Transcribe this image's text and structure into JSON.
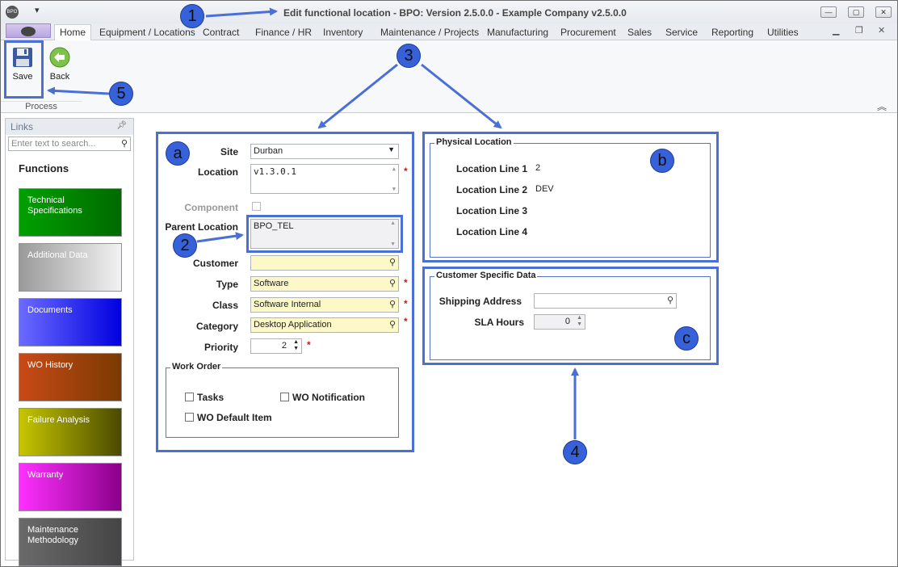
{
  "window": {
    "title": "Edit functional location - BPO: Version 2.5.0.0 - Example Company v2.5.0.0",
    "app_logo": "BPO"
  },
  "menu": {
    "tabs": [
      "Home",
      "Equipment / Locations",
      "Contract",
      "Finance / HR",
      "Inventory",
      "Maintenance / Projects",
      "Manufacturing",
      "Procurement",
      "Sales",
      "Service",
      "Reporting",
      "Utilities"
    ],
    "active_tab": "Home"
  },
  "ribbon": {
    "save_label": "Save",
    "back_label": "Back",
    "group_label": "Process"
  },
  "links": {
    "header": "Links",
    "search_placeholder": "Enter text to search...",
    "functions_title": "Functions",
    "tiles": [
      {
        "label": "Technical Specifications",
        "color_start": "#00a000",
        "color_end": "#006a00"
      },
      {
        "label": "Additional Data",
        "color_start": "#9a9a9a",
        "color_end": "#f2f2f2"
      },
      {
        "label": "Documents",
        "color_start": "#6b6bff",
        "color_end": "#0000e0"
      },
      {
        "label": "WO History",
        "color_start": "#c84a18",
        "color_end": "#7a3a00"
      },
      {
        "label": "Failure Analysis",
        "color_start": "#c6c600",
        "color_end": "#4a4a00"
      },
      {
        "label": "Warranty",
        "color_start": "#ff30ff",
        "color_end": "#8a008a"
      },
      {
        "label": "Maintenance Methodology",
        "color_start": "#6a6a6a",
        "color_end": "#454545"
      }
    ]
  },
  "form": {
    "site_label": "Site",
    "site_value": "Durban",
    "location_label": "Location",
    "location_value": "v1.3.0.1",
    "component_label": "Component",
    "parent_location_label": "Parent Location",
    "parent_location_value": "BPO_TEL",
    "customer_label": "Customer",
    "customer_value": "",
    "type_label": "Type",
    "type_value": "Software",
    "class_label": "Class",
    "class_value": "Software Internal",
    "category_label": "Category",
    "category_value": "Desktop Application",
    "priority_label": "Priority",
    "priority_value": "2",
    "required_mark": "*",
    "work_order": {
      "caption": "Work Order",
      "tasks_label": "Tasks",
      "wo_notification_label": "WO Notification",
      "wo_default_item_label": "WO Default Item"
    }
  },
  "physical_location": {
    "caption": "Physical Location",
    "line1_label": "Location Line 1",
    "line1_value": "2",
    "line2_label": "Location Line 2",
    "line2_value": "DEV",
    "line3_label": "Location Line 3",
    "line3_value": "",
    "line4_label": "Location Line 4",
    "line4_value": ""
  },
  "customer_specific": {
    "caption": "Customer Specific Data",
    "shipping_address_label": "Shipping Address",
    "shipping_address_value": "",
    "sla_hours_label": "SLA Hours",
    "sla_hours_value": "0"
  },
  "annotations": {
    "badge_1": "1",
    "badge_2": "2",
    "badge_3": "3",
    "badge_4": "4",
    "badge_5": "5",
    "badge_a": "a",
    "badge_b": "b",
    "badge_c": "c",
    "color": "#4a6fd6"
  },
  "icons": {
    "save": "floppy-disk-icon",
    "back": "green-back-arrow-icon",
    "search": "magnifier-icon",
    "pin": "pin-icon",
    "dropdown": "chevron-down-icon",
    "collapse": "chevron-up-icon"
  }
}
